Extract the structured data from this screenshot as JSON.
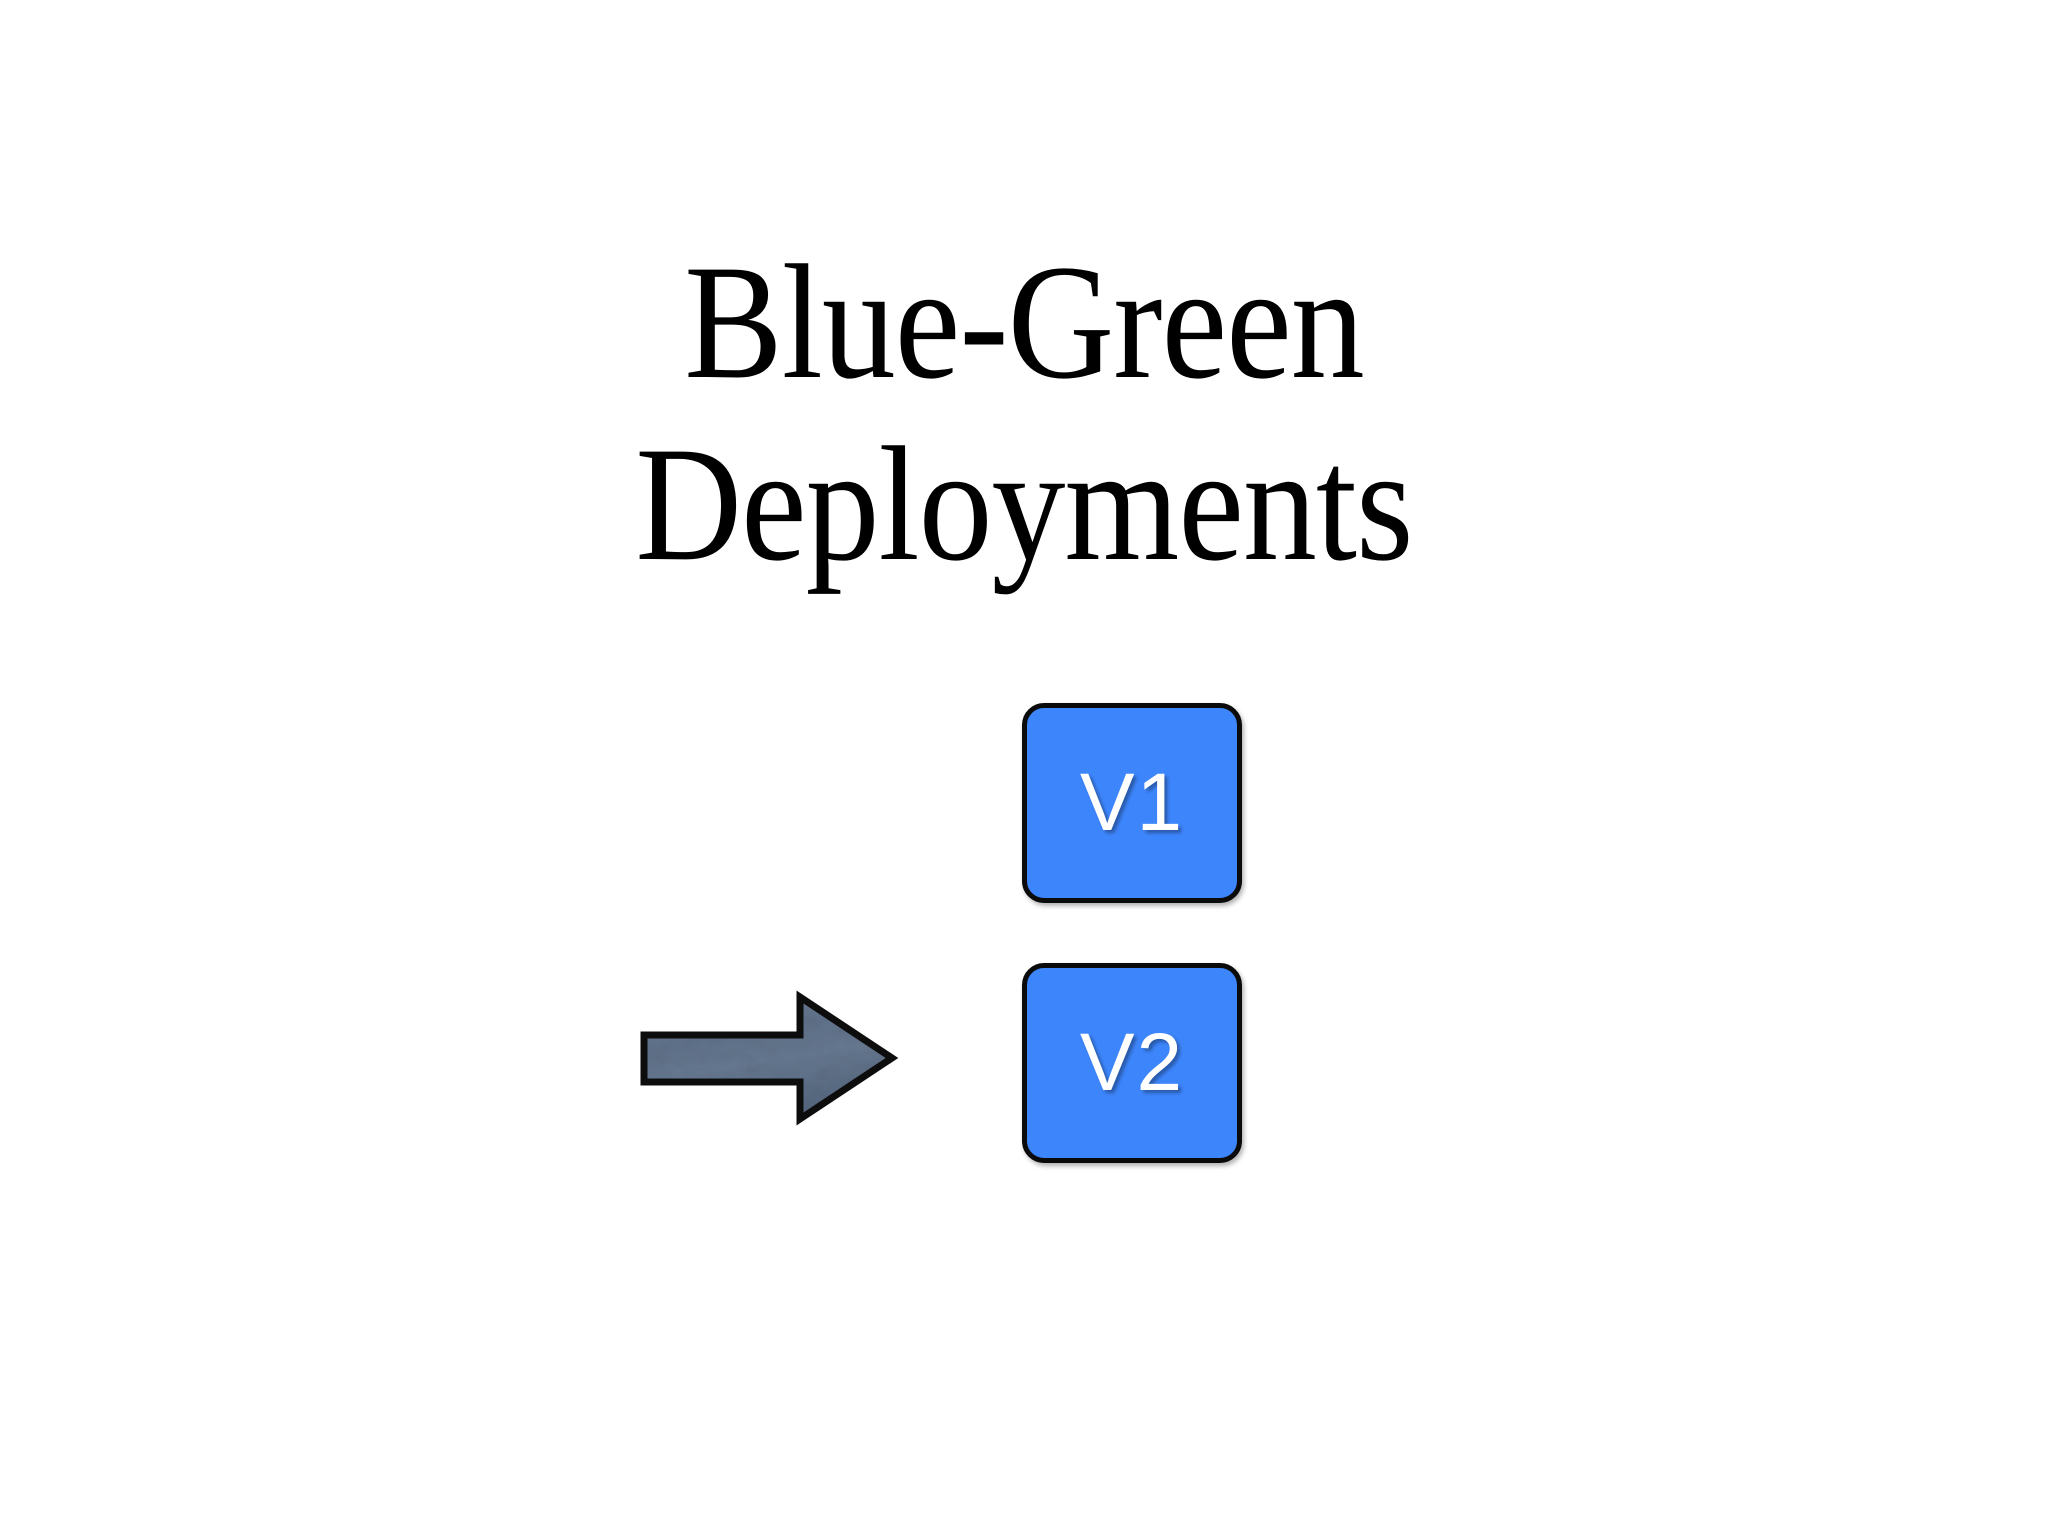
{
  "slide": {
    "background_color": "#ffffff",
    "title": {
      "line1": "Blue-Green",
      "line2": "Deployments",
      "color": "#000000"
    },
    "diagram": {
      "boxes": [
        {
          "id": "v1",
          "label": "V1",
          "fill_color": "#3d85fb",
          "border_color": "#0b0b0b",
          "text_color": "#ffffff"
        },
        {
          "id": "v2",
          "label": "V2",
          "fill_color": "#3d85fb",
          "border_color": "#0b0b0b",
          "text_color": "#ffffff"
        }
      ],
      "arrow": {
        "direction": "right",
        "fill_color": "#5e7089",
        "border_color": "#0b0b0b"
      }
    }
  }
}
